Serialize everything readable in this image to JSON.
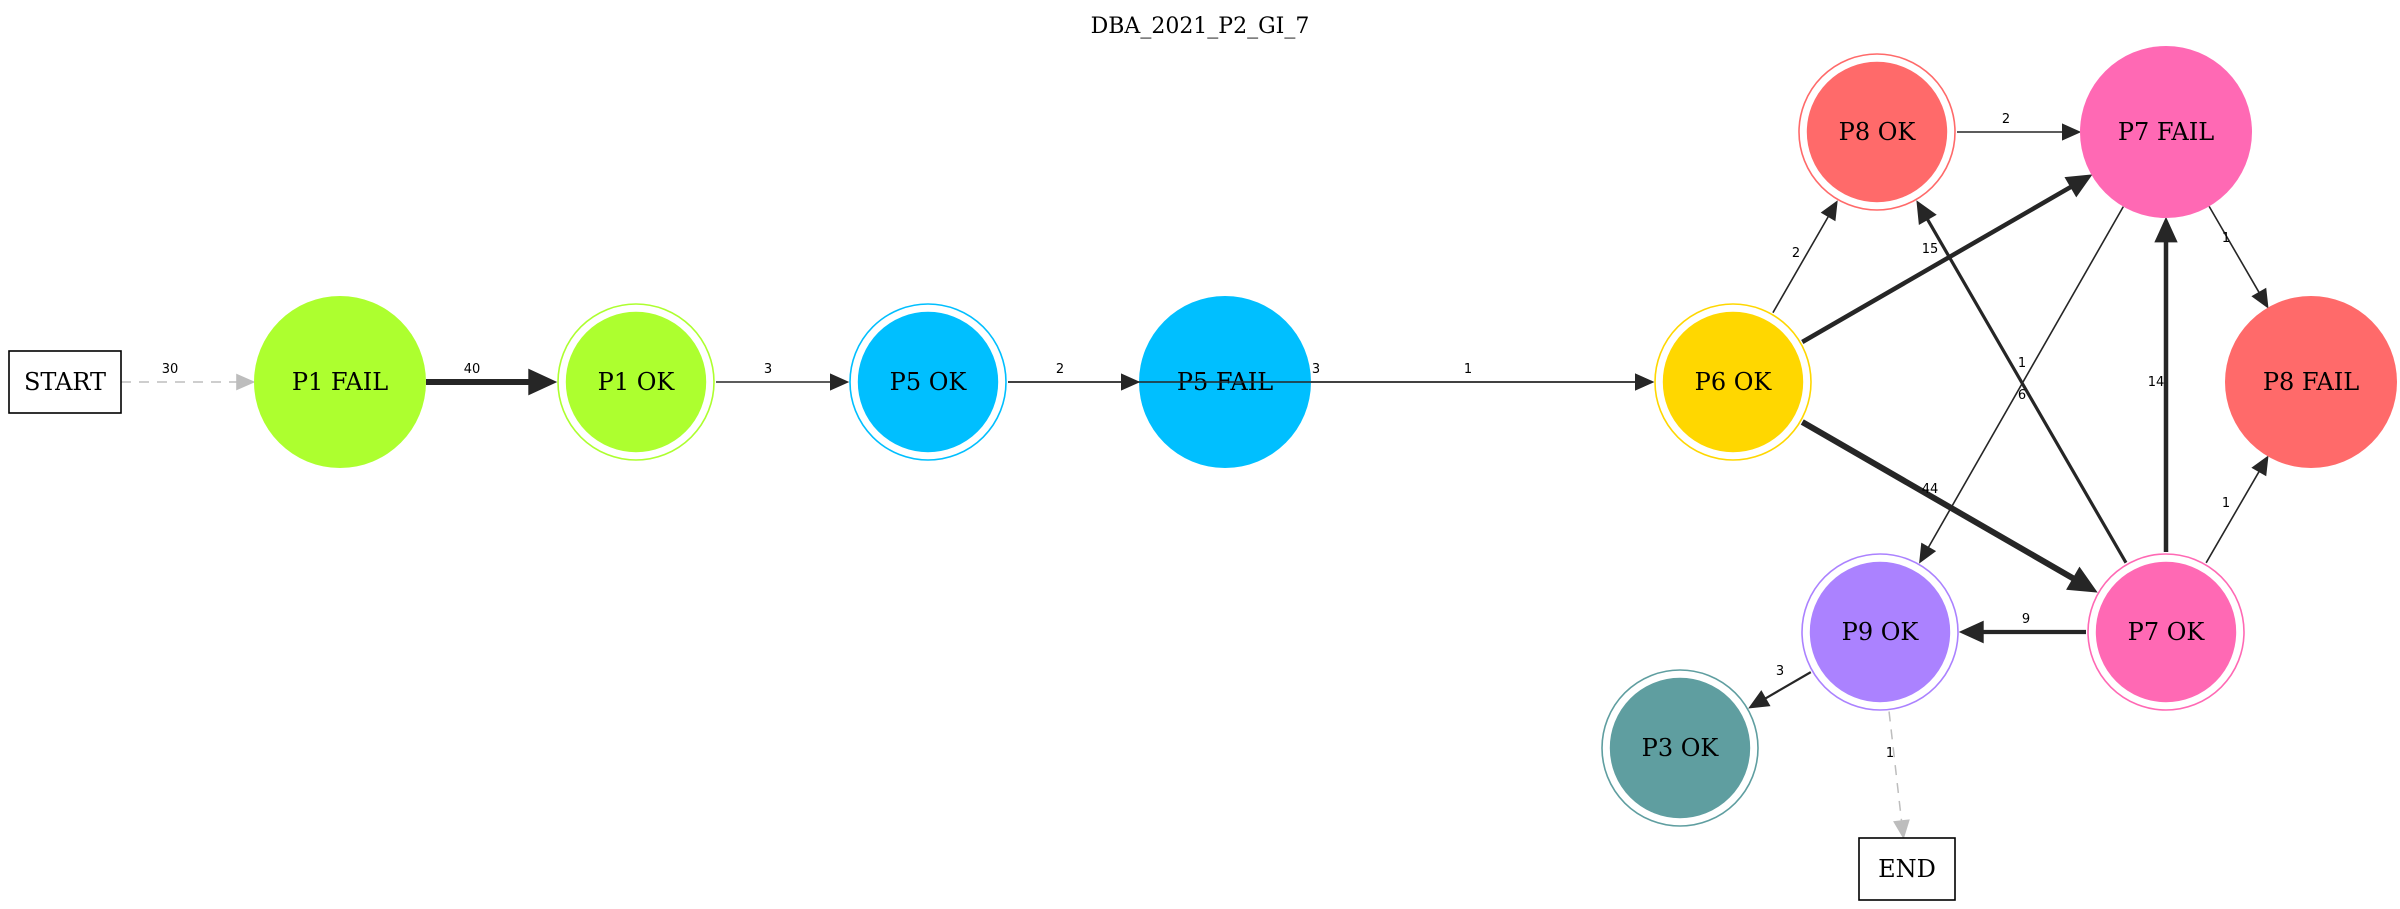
{
  "title": "DBA_2021_P2_GI_7",
  "nodes": [
    {
      "id": "START",
      "label": "START",
      "shape": "box"
    },
    {
      "id": "P1_FAIL",
      "label": "P1 FAIL",
      "shape": "circle",
      "fill": "#adff2f"
    },
    {
      "id": "P1_OK",
      "label": "P1 OK",
      "shape": "doublecircle",
      "fill": "#adff2f"
    },
    {
      "id": "P5_OK",
      "label": "P5 OK",
      "shape": "doublecircle",
      "fill": "#00bfff"
    },
    {
      "id": "P5_FAIL",
      "label": "P5 FAIL",
      "shape": "circle",
      "fill": "#00bfff"
    },
    {
      "id": "P6_OK",
      "label": "P6 OK",
      "shape": "doublecircle",
      "fill": "#ffd700"
    },
    {
      "id": "P8_OK",
      "label": "P8 OK",
      "shape": "doublecircle",
      "fill": "#ff6a6a"
    },
    {
      "id": "P7_FAIL",
      "label": "P7 FAIL",
      "shape": "circle",
      "fill": "#ff69b4"
    },
    {
      "id": "P8_FAIL",
      "label": "P8 FAIL",
      "shape": "circle",
      "fill": "#ff6a6a"
    },
    {
      "id": "P9_OK",
      "label": "P9 OK",
      "shape": "doublecircle",
      "fill": "#ab82ff"
    },
    {
      "id": "P7_OK",
      "label": "P7 OK",
      "shape": "doublecircle",
      "fill": "#ff69b4"
    },
    {
      "id": "P3_OK",
      "label": "P3 OK",
      "shape": "doublecircle",
      "fill": "#5f9ea0"
    },
    {
      "id": "END",
      "label": "END",
      "shape": "box"
    }
  ],
  "edges": [
    {
      "from": "START",
      "to": "P1_FAIL",
      "label": "30",
      "style": "dashed"
    },
    {
      "from": "P1_FAIL",
      "to": "P1_OK",
      "label": "40",
      "style": "solid"
    },
    {
      "from": "P1_OK",
      "to": "P5_OK",
      "label": "3",
      "style": "solid"
    },
    {
      "from": "P5_OK",
      "to": "P5_FAIL",
      "label": "2",
      "style": "solid"
    },
    {
      "from": "P5_OK",
      "to": "P6_OK",
      "label": "1",
      "style": "solid"
    },
    {
      "from": "P5_FAIL",
      "to": "P6_OK",
      "label": "3",
      "style": "solid"
    },
    {
      "from": "P6_OK",
      "to": "P8_OK",
      "label": "2",
      "style": "solid"
    },
    {
      "from": "P6_OK",
      "to": "P7_FAIL",
      "label": "15",
      "style": "solid"
    },
    {
      "from": "P6_OK",
      "to": "P7_OK",
      "label": "44",
      "style": "solid"
    },
    {
      "from": "P8_OK",
      "to": "P7_FAIL",
      "label": "2",
      "style": "solid"
    },
    {
      "from": "P7_FAIL",
      "to": "P8_FAIL",
      "label": "1",
      "style": "solid"
    },
    {
      "from": "P7_FAIL",
      "to": "P9_OK",
      "label": "1",
      "style": "solid"
    },
    {
      "from": "P7_OK",
      "to": "P8_OK",
      "label": "6",
      "style": "solid"
    },
    {
      "from": "P7_OK",
      "to": "P7_FAIL",
      "label": "14",
      "style": "solid"
    },
    {
      "from": "P7_OK",
      "to": "P8_FAIL",
      "label": "1",
      "style": "solid"
    },
    {
      "from": "P7_OK",
      "to": "P9_OK",
      "label": "9",
      "style": "solid"
    },
    {
      "from": "P9_OK",
      "to": "P3_OK",
      "label": "3",
      "style": "solid"
    },
    {
      "from": "P9_OK",
      "to": "END",
      "label": "1",
      "style": "dashed"
    }
  ]
}
